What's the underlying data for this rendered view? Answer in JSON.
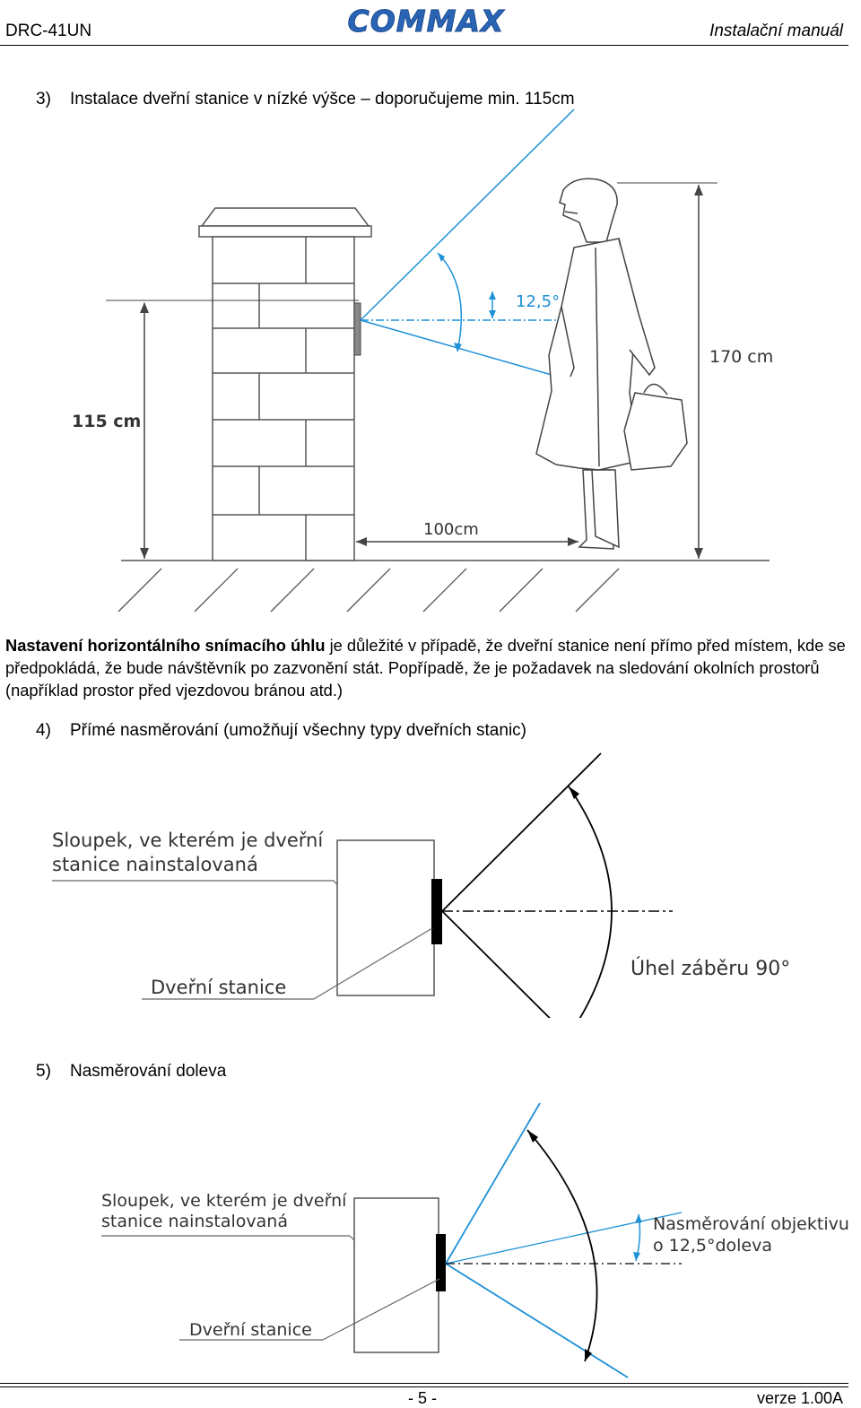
{
  "header": {
    "model": "DRC-41UN",
    "brand": "COMMAX",
    "manual_title": "Instalační manuál"
  },
  "section3": {
    "title": "3)    Instalace dveřní stanice v nízké výšce – doporučujeme min. 115cm",
    "figure": {
      "height_pillar": "115 cm",
      "height_person": "170 cm",
      "distance": "100cm",
      "angle": "12,5°"
    }
  },
  "paragraph": {
    "bold_lead": "Nastavení horizontálního snímacího úhlu",
    "text": " je důležité v případě, že dveřní stanice není přímo před místem, kde se předpokládá, že bude návštěvník po zazvonění stát. Popřípadě, že je požadavek na sledování okolních prostorů (například prostor před vjezdovou bránou atd.)"
  },
  "section4": {
    "title": "4)    Přímé nasměrování (umožňují všechny typy dveřních stanic)",
    "figure": {
      "pillar_label_line1": "Sloupek, ve kterém je dveřní",
      "pillar_label_line2": "stanice nainstalovaná",
      "station_label": "Dveřní stanice",
      "angle_label": "Úhel záběru 90°"
    }
  },
  "section5": {
    "title": "5)    Nasměrování doleva",
    "figure": {
      "pillar_label_line1": "Sloupek, ve kterém je dveřní",
      "pillar_label_line2": "stanice nainstalovaná",
      "station_label": "Dveřní stanice",
      "direction_label_line1": "Nasměrování objektivu",
      "direction_label_line2": "o 12,5°doleva"
    }
  },
  "footer": {
    "page": "- 5 -",
    "version": "verze 1.00A"
  },
  "colors": {
    "accent_blue": "#1e90d6",
    "logo_blue": "#2a64b4",
    "line_gray": "#555555"
  }
}
